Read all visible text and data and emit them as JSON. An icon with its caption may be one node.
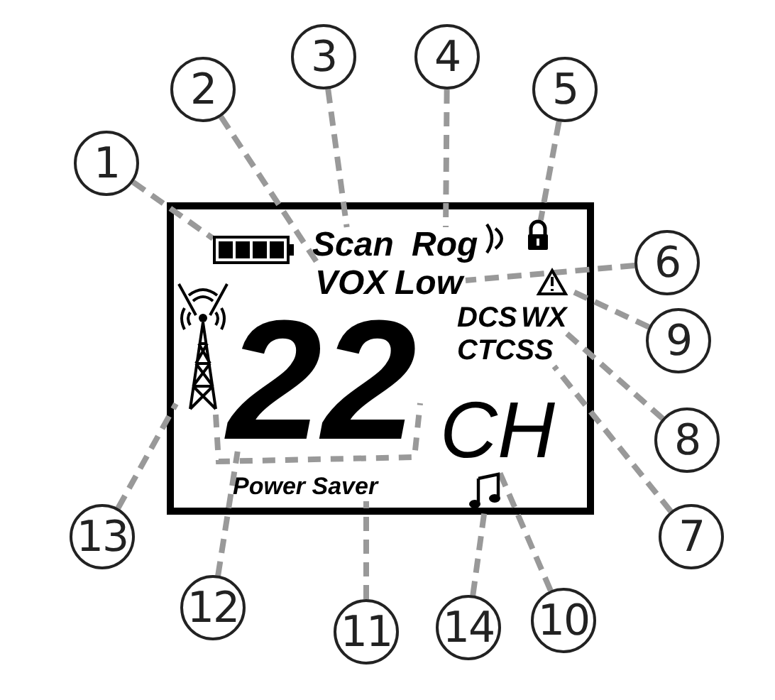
{
  "diagram": {
    "nodes": [
      {
        "text": [
          "1"
        ]
      },
      {
        "text": [
          "2"
        ]
      },
      {
        "text": [
          "3"
        ]
      },
      {
        "text": [
          "4"
        ]
      },
      {
        "text": [
          "5"
        ]
      },
      {
        "text": [
          "6"
        ]
      },
      {
        "text": [
          "7"
        ]
      },
      {
        "text": [
          "8"
        ]
      },
      {
        "text": [
          "9"
        ]
      },
      {
        "text": [
          "10"
        ]
      },
      {
        "text": [
          "11"
        ]
      },
      {
        "text": [
          "12"
        ]
      },
      {
        "text": [
          "13"
        ]
      },
      {
        "text": [
          "14"
        ]
      },
      {
        "text": [],
        "shape": "battery"
      },
      {
        "text": [
          "Scan"
        ]
      },
      {
        "text": [
          "Rog"
        ]
      },
      {
        "text": [
          "VOX"
        ]
      },
      {
        "text": [
          "Low"
        ]
      },
      {
        "text": [],
        "shape": "lock"
      },
      {
        "text": [],
        "shape": "triangle"
      },
      {
        "text": [
          "WX"
        ]
      },
      {
        "text": [
          "CTCSS"
        ]
      },
      {
        "text": [
          "CH"
        ]
      },
      {
        "text": [],
        "shape": "note"
      },
      {
        "text": [
          "Power Saver"
        ]
      },
      {
        "text": [
          "22"
        ]
      },
      {
        "text": [],
        "shape": "antenna"
      }
    ],
    "edges": [
      {
        "from": 0,
        "to": 14,
        "arrow": "none",
        "style": "dashed"
      },
      {
        "from": 1,
        "to": 17,
        "arrow": "none",
        "style": "dashed"
      },
      {
        "from": 2,
        "to": 15,
        "arrow": "none",
        "style": "dashed"
      },
      {
        "from": 3,
        "to": 16,
        "arrow": "none",
        "style": "dashed"
      },
      {
        "from": 4,
        "to": 19,
        "arrow": "none",
        "style": "dashed"
      },
      {
        "from": 5,
        "to": 18,
        "arrow": "none",
        "style": "dashed"
      },
      {
        "from": 6,
        "to": 22,
        "arrow": "none",
        "style": "dashed"
      },
      {
        "from": 7,
        "to": 21,
        "arrow": "none",
        "style": "dashed"
      },
      {
        "from": 8,
        "to": 20,
        "arrow": "none",
        "style": "dashed"
      },
      {
        "from": 9,
        "to": 23,
        "arrow": "none",
        "style": "dashed"
      },
      {
        "from": 10,
        "to": 25,
        "arrow": "none",
        "style": "dashed"
      },
      {
        "from": 11,
        "to": 26,
        "arrow": "none",
        "style": "dashed"
      },
      {
        "from": 12,
        "to": 27,
        "arrow": "none",
        "style": "dashed"
      },
      {
        "from": 13,
        "to": 24,
        "arrow": "none",
        "style": "dashed"
      }
    ],
    "labels": [
      "DCS"
    ]
  }
}
